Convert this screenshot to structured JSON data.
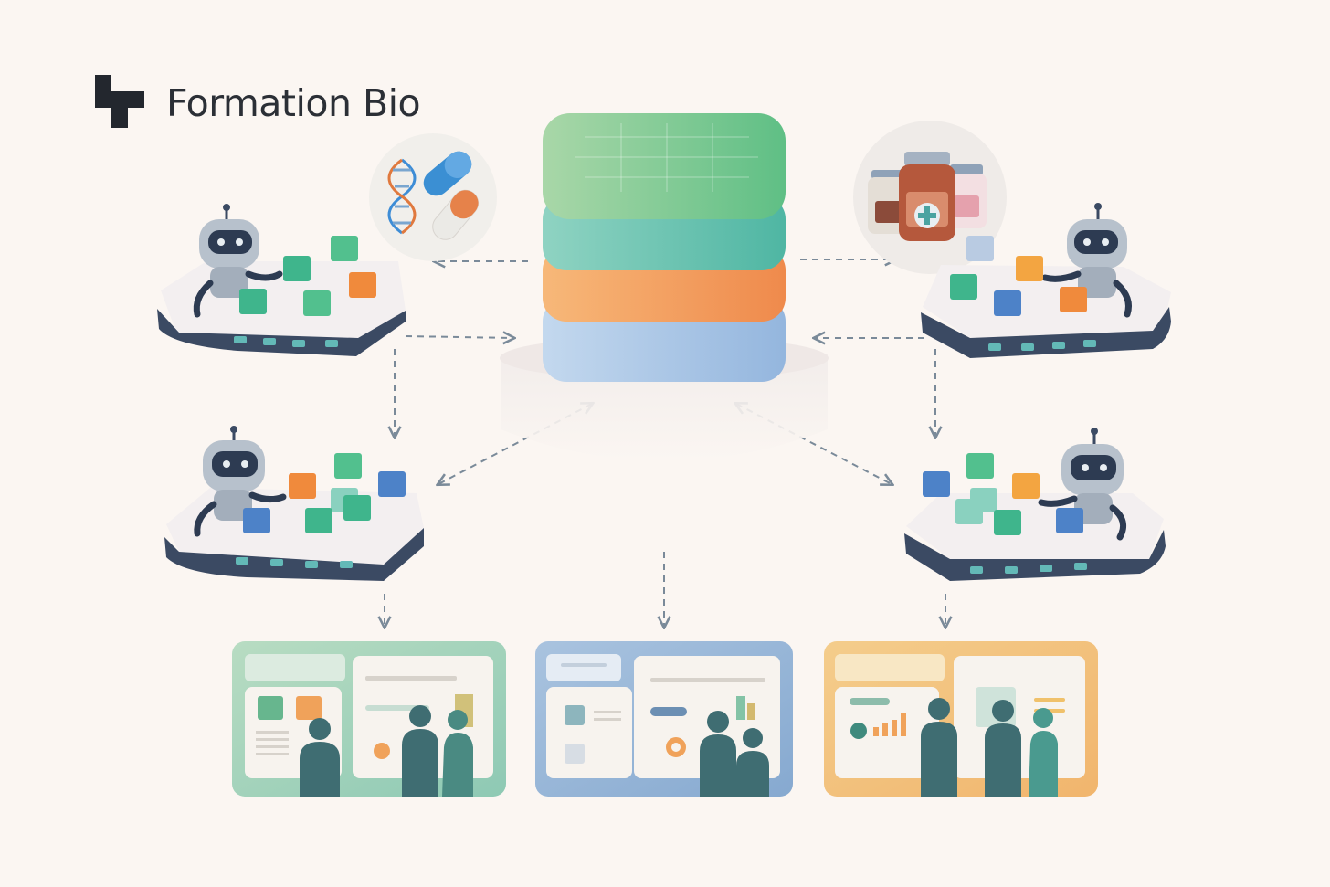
{
  "brand": {
    "name": "Formation Bio",
    "logo_icon": "formation-bio-logo-icon"
  },
  "colors": {
    "background": "#fbf6f2",
    "layer_green": "#8fcf9e",
    "layer_teal": "#6fc4b4",
    "layer_orange": "#f29a5a",
    "layer_blue": "#a9c7e6",
    "robot_base": "#3b4a63",
    "cube_green": "#52c08e",
    "cube_orange": "#f08a3c",
    "cube_blue": "#4d82c8",
    "person": "#3f6d72",
    "connector": "#7a8a99"
  },
  "diagram": {
    "central_node": "stacked-data-layers",
    "agents": [
      "robot-agent-top-left",
      "robot-agent-top-right",
      "robot-agent-middle-left",
      "robot-agent-middle-right"
    ],
    "inputs": [
      "molecules-and-pills-icon",
      "medicine-bottles-icon"
    ],
    "outputs": [
      "dashboard-green",
      "dashboard-blue",
      "dashboard-orange"
    ]
  }
}
